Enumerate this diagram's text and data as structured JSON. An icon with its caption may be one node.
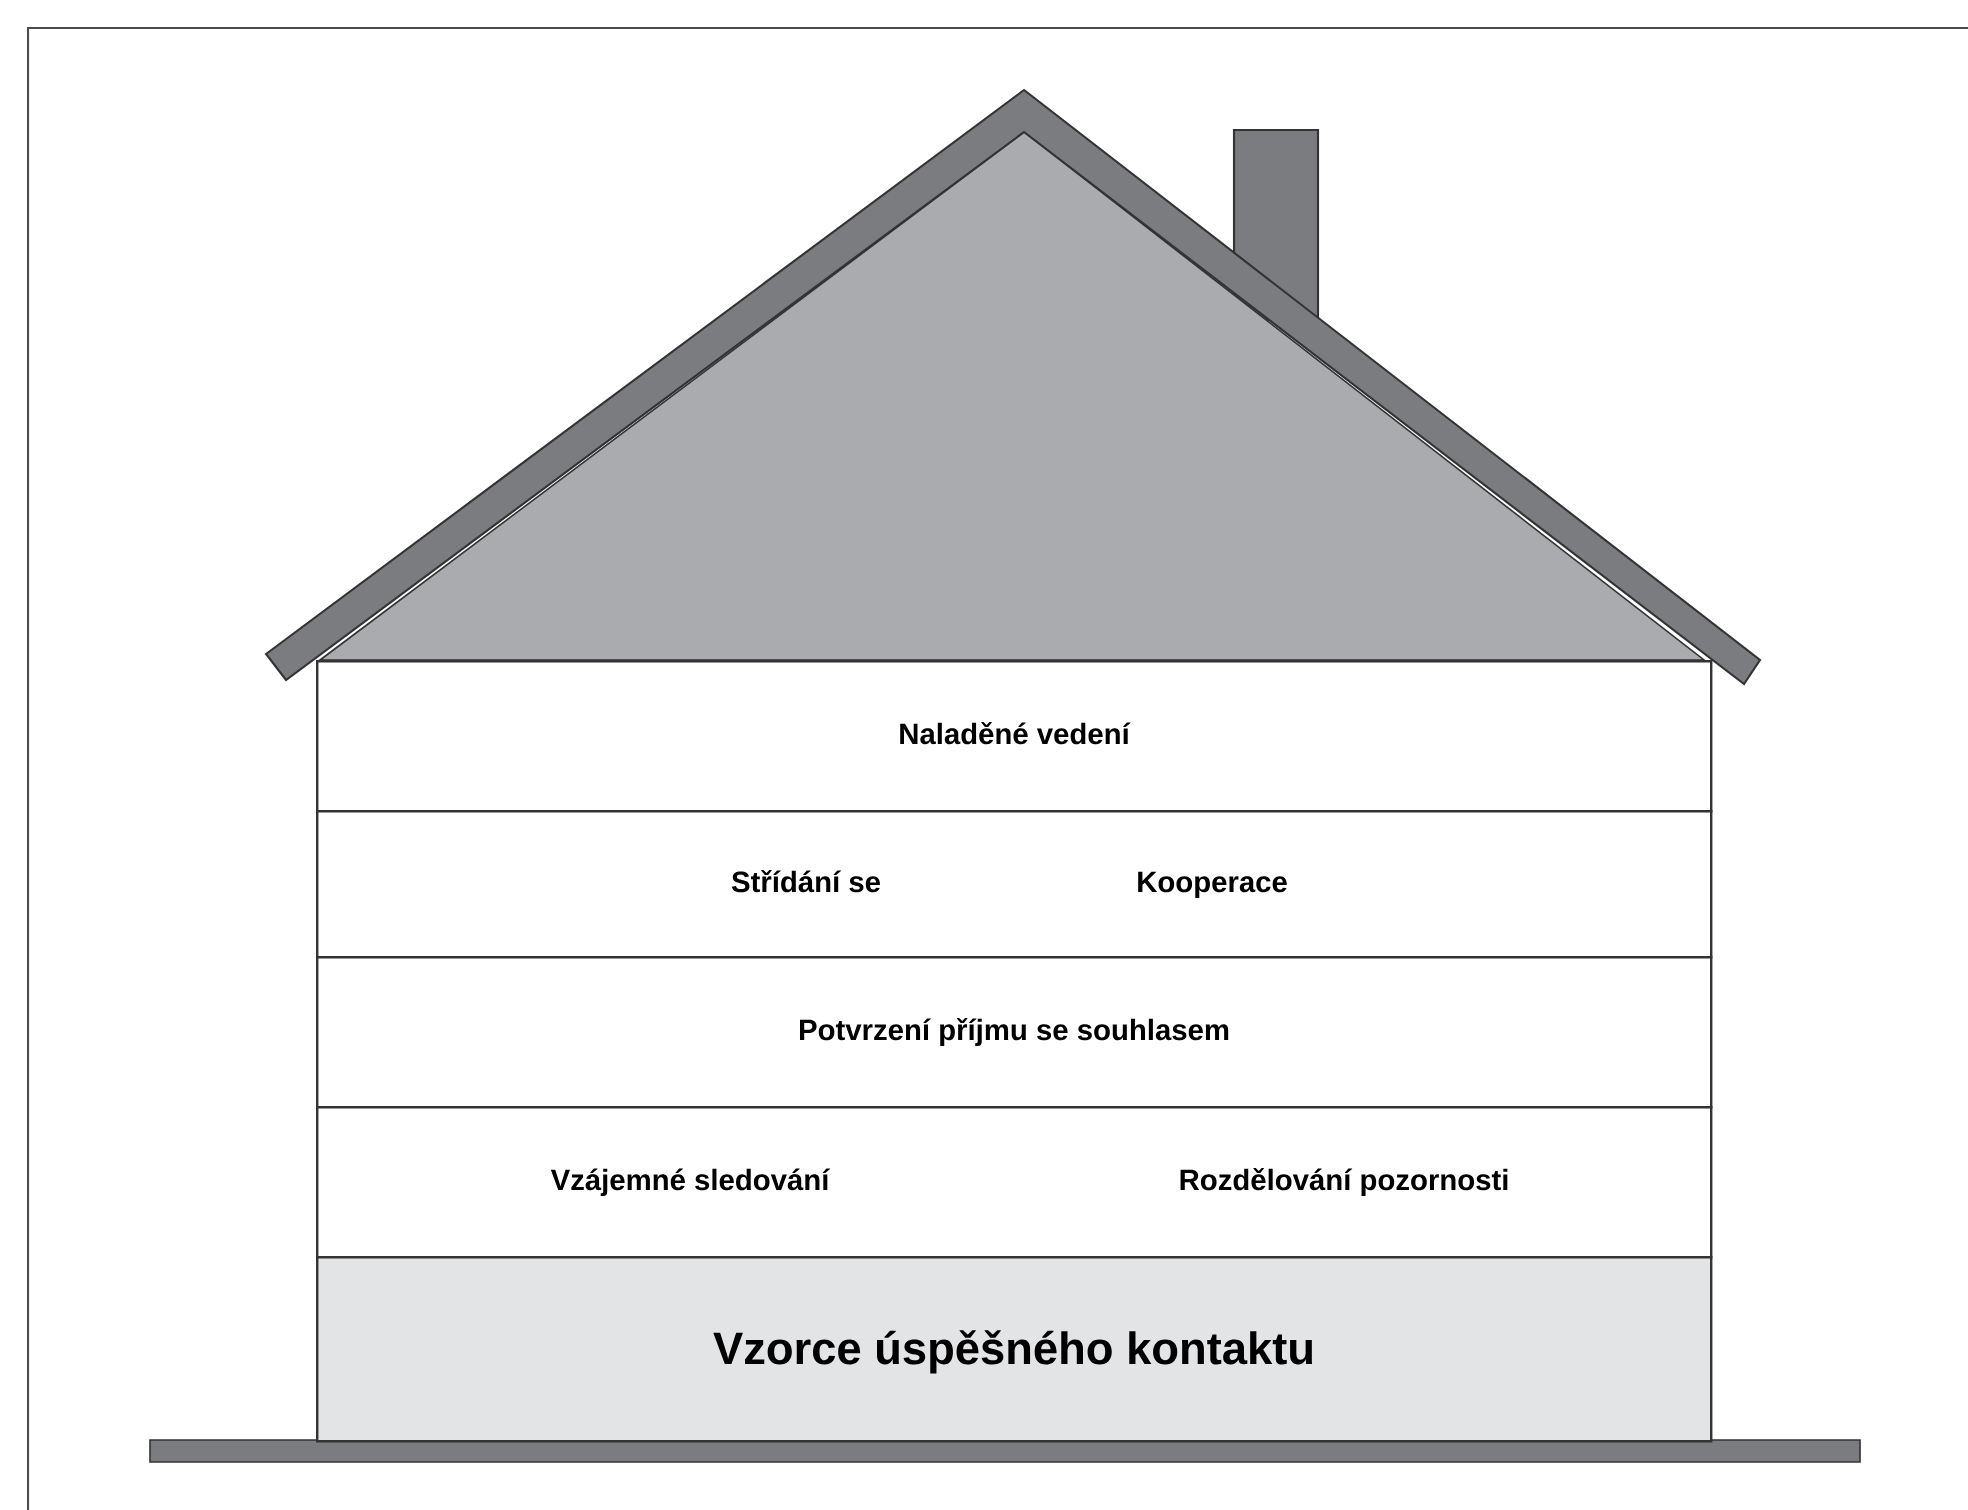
{
  "diagram": {
    "nodes": [
      {
        "text": [
          "Naladěné vedení"
        ]
      },
      {
        "text": [
          "Střídání se",
          "Kooperace"
        ]
      },
      {
        "text": [
          "Potvrzení příjmu se souhlasem"
        ]
      },
      {
        "text": [
          "Vzájemné sledování",
          "Rozdělování pozornosti"
        ]
      },
      {
        "text": [
          "Vzorce úspěšného kontaktu"
        ]
      }
    ]
  }
}
